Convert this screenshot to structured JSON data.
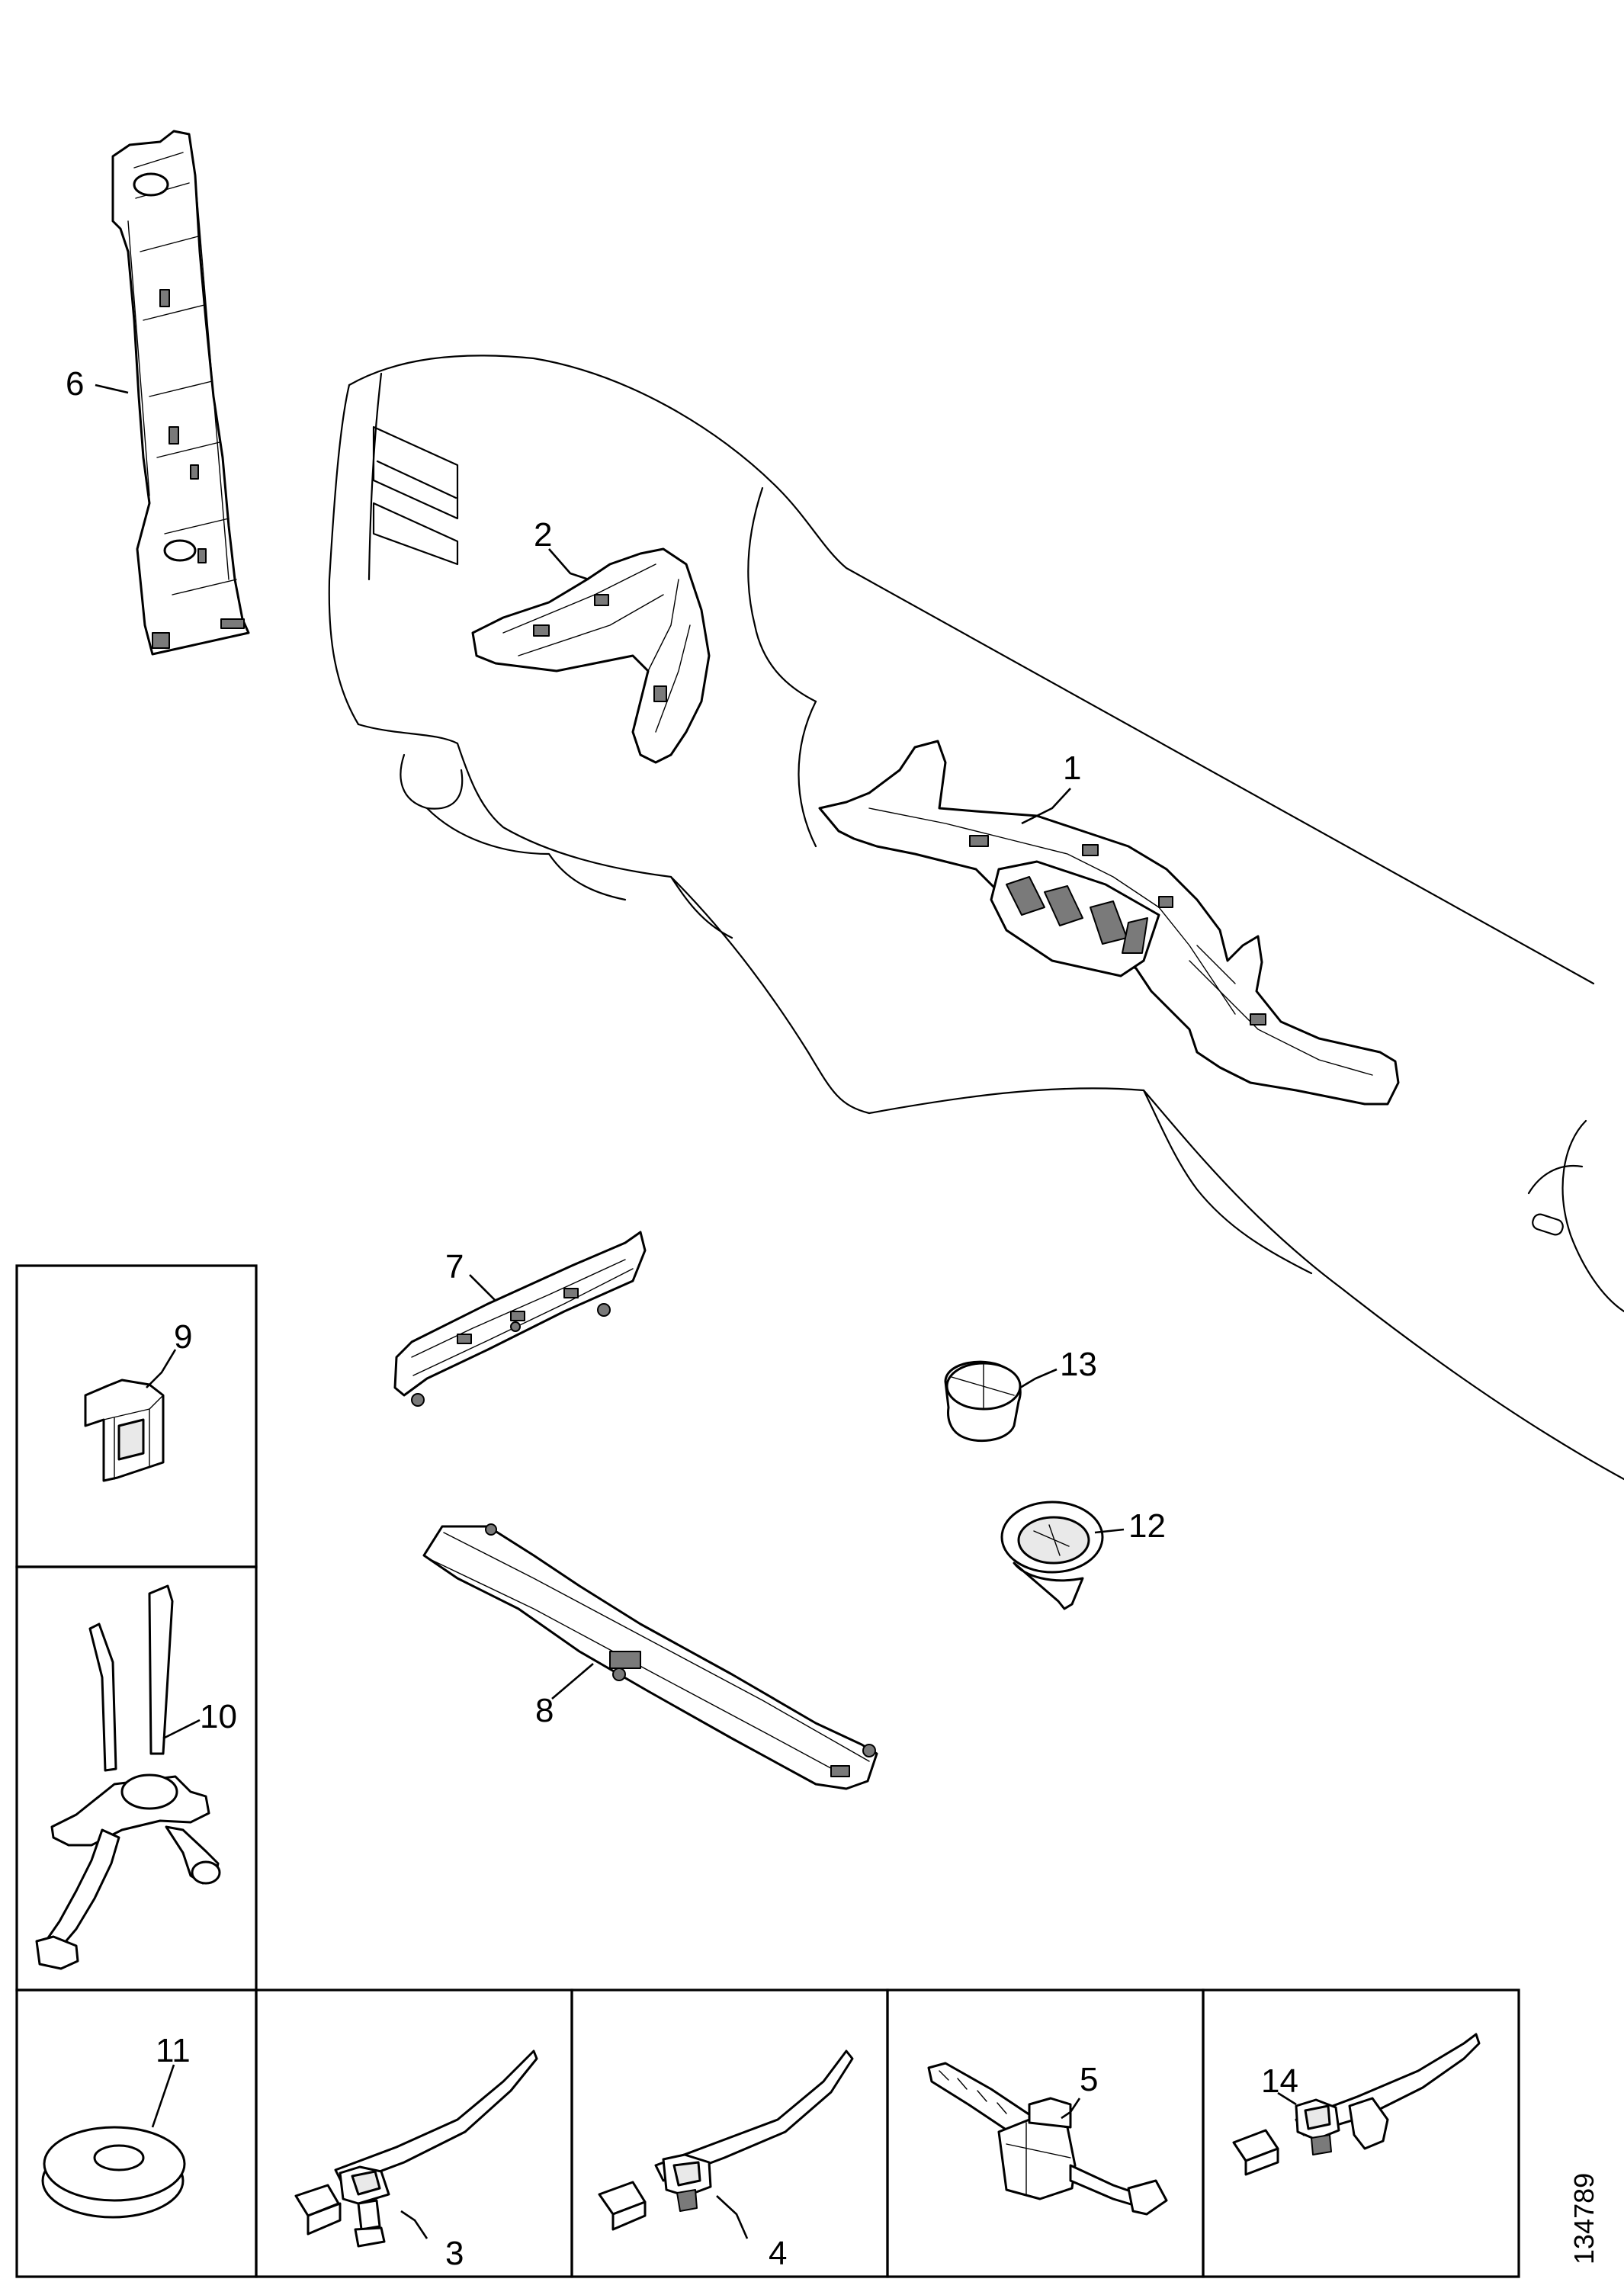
{
  "callouts": {
    "p1": "1",
    "p2": "2",
    "p3": "3",
    "p4": "4",
    "p5": "5",
    "p6": "6",
    "p7": "7",
    "p8": "8",
    "p9": "9",
    "p10": "10",
    "p11": "11",
    "p12": "12",
    "p13": "13",
    "p14": "14"
  },
  "reference_number": "134789"
}
